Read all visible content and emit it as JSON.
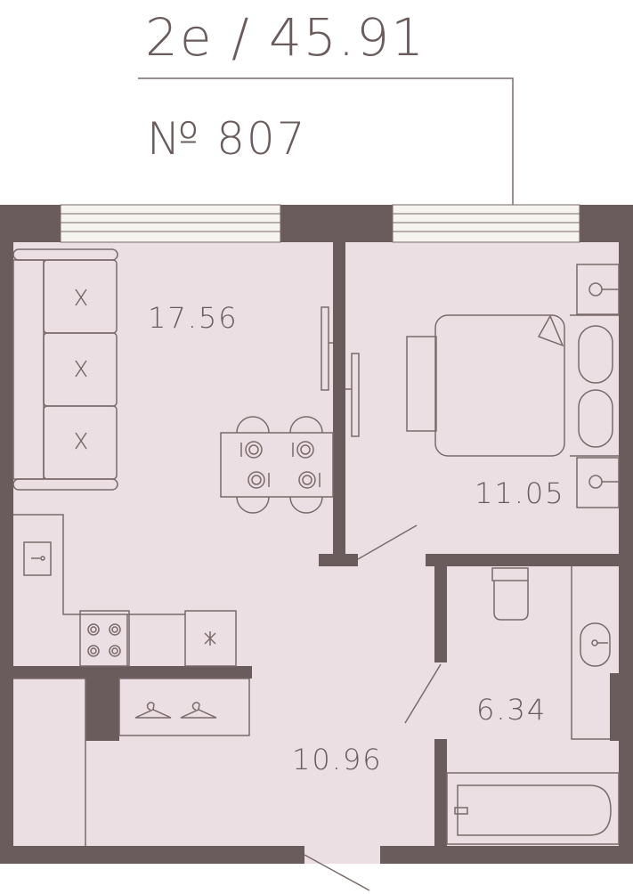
{
  "header": {
    "type_area": "2е / 45.91",
    "apartment_number": "№ 807"
  },
  "rooms": {
    "living_kitchen": "17.56",
    "bedroom": "11.05",
    "bathroom": "6.34",
    "hallway": "10.96"
  },
  "colors": {
    "wall": "#6a5c5c",
    "floor": "#ecdfe4",
    "line": "#7a6a6a",
    "text": "#6a5c5c",
    "window": "#f6f4ee"
  }
}
